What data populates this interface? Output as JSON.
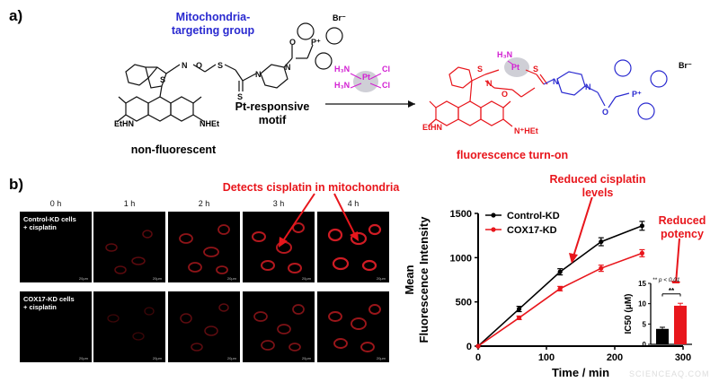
{
  "panel_a": {
    "label": "a)",
    "targeting_group": "Mitochondria-\ntargeting group",
    "pt_responsive": "Pt-responsive\nmotif",
    "nonfluorescent": "non-fluorescent",
    "turn_on": "fluorescence turn-on",
    "bromide": "Br⁻",
    "etnh_left": "EtHN",
    "nhet_left": "NHEt",
    "etnh_right": "EtHN",
    "nhet_right": "N⁺HEt",
    "cisplatin_pt": "Pt",
    "cisplatin_nh3_top": "H₃N",
    "cisplatin_nh3_bot": "H₃N",
    "cisplatin_cl_top": "Cl",
    "cisplatin_cl_bot": "Cl",
    "product_h3n": "H₃N",
    "product_pt": "Pt",
    "atom_s": "S",
    "atom_n": "N",
    "atom_o": "O",
    "atom_p": "P",
    "p_plus": "P⁺",
    "colors": {
      "blue": "#2a2ad0",
      "red": "#e8161c",
      "magenta": "#d21fd2"
    }
  },
  "panel_b": {
    "label": "b)",
    "detects": "Detects cisplatin in mitochondria",
    "times": [
      "0 h",
      "1 h",
      "2 h",
      "3 h",
      "4 h"
    ],
    "row1_label": "Control-KD cells\n+ cisplatin",
    "row2_label": "COX17-KD cells\n+ cisplatin",
    "scale": "20μm",
    "reduced_levels": "Reduced cisplatin\nlevels",
    "reduced_potency": "Reduced\npotency"
  },
  "chart_data": [
    {
      "type": "line",
      "xlabel": "Time / min",
      "ylabel": "Mean\nFluorescence Intensity",
      "xlim": [
        0,
        300
      ],
      "ylim": [
        0,
        1500
      ],
      "xticks": [
        0,
        100,
        200,
        300
      ],
      "yticks": [
        0,
        500,
        1000,
        1500
      ],
      "legend_position": "top-left",
      "series": [
        {
          "name": "Control-KD",
          "color": "#000000",
          "x": [
            0,
            60,
            120,
            180,
            240
          ],
          "y": [
            0,
            420,
            840,
            1180,
            1360
          ],
          "err": [
            0,
            30,
            35,
            45,
            50
          ]
        },
        {
          "name": "COX17-KD",
          "color": "#e8161c",
          "x": [
            0,
            60,
            120,
            180,
            240
          ],
          "y": [
            0,
            320,
            650,
            880,
            1050
          ],
          "err": [
            0,
            20,
            25,
            35,
            40
          ]
        }
      ]
    },
    {
      "type": "bar",
      "categories": [
        "Control-KD",
        "COX17-KD"
      ],
      "values": [
        3.8,
        9.5
      ],
      "errors": [
        0.4,
        0.6
      ],
      "colors": [
        "#000000",
        "#e8161c"
      ],
      "ylabel": "IC50 (μM)",
      "ylim": [
        0,
        15
      ],
      "yticks": [
        0,
        5,
        10,
        15
      ],
      "annotation": "** p < 0.01",
      "significance": "**"
    }
  ],
  "watermark": "SCIENCEAQ.COM"
}
